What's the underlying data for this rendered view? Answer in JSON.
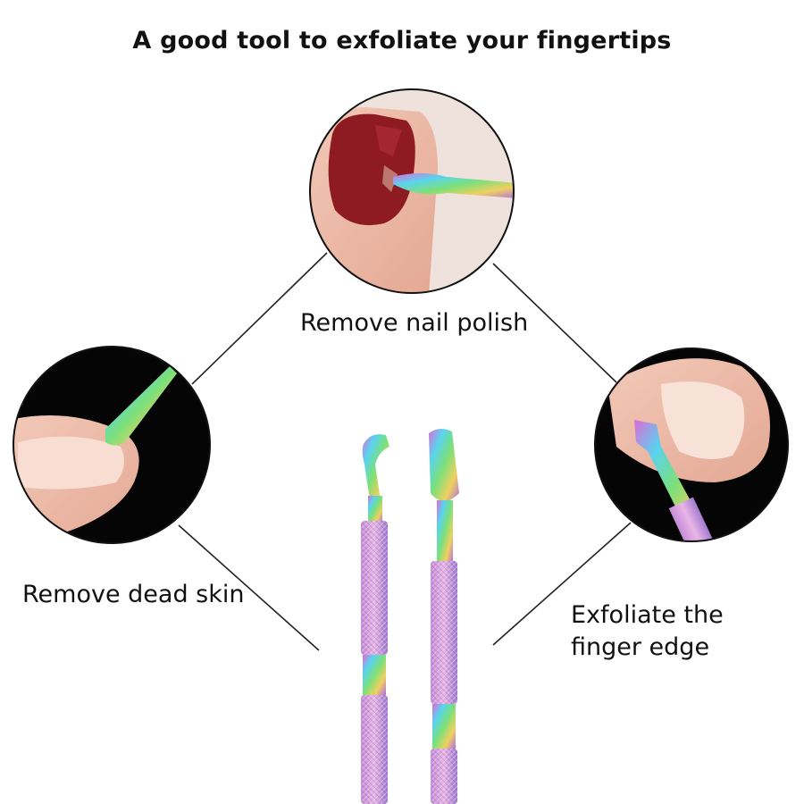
{
  "title": "A good tool to exfoliate your fingertips",
  "features": [
    {
      "label": "Remove nail polish"
    },
    {
      "label": "Remove dead skin"
    },
    {
      "label": "Exfoliate the finger edge"
    }
  ]
}
